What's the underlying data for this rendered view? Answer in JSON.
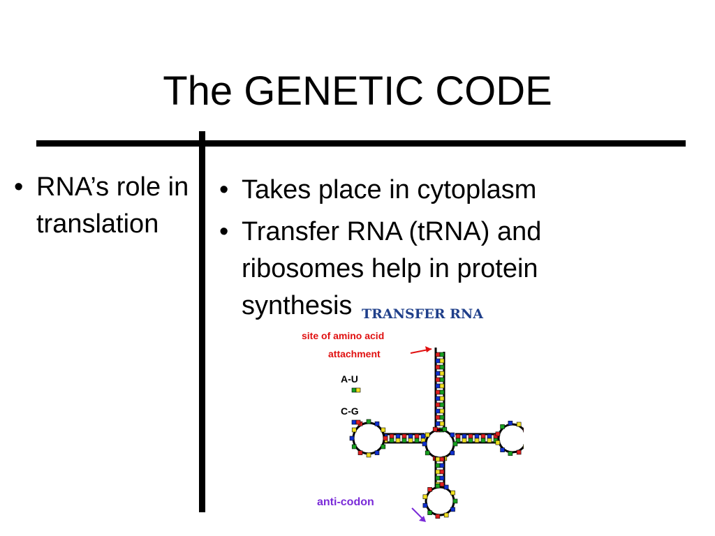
{
  "slide": {
    "title": "The GENETIC CODE"
  },
  "left_column": {
    "bullets": [
      {
        "glyph": "•",
        "text": "RNA’s role in translation"
      }
    ]
  },
  "right_column": {
    "bullets": [
      {
        "glyph": "•",
        "text": "Takes place in cytoplasm"
      },
      {
        "glyph": "•",
        "text": "Transfer RNA (tRNA) and ribosomes help in protein synthesis"
      }
    ]
  },
  "figure": {
    "heading": "TRANSFER RNA",
    "site_label_line1": "site of amino acid",
    "site_label_line2": "attachment",
    "legend_au": "A-U",
    "legend_cg": "C-G",
    "anticodon_label": "anti-codon",
    "colors": {
      "heading": "#1f3f8a",
      "site_label": "#e01010",
      "anticodon_label": "#7a2bd8",
      "base_red": "#e02020",
      "base_green": "#18a020",
      "base_blue": "#1030d0",
      "base_yellow": "#f0e020"
    }
  }
}
